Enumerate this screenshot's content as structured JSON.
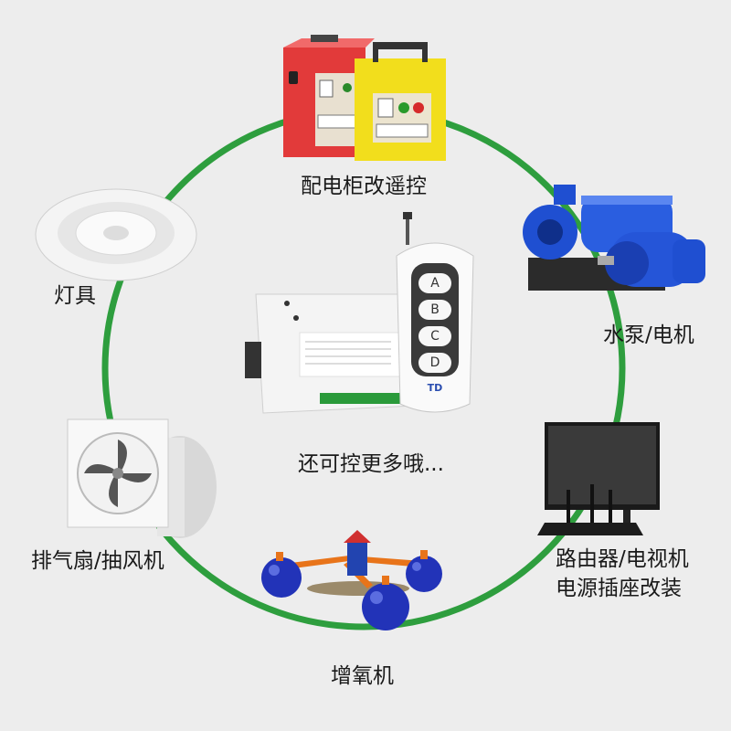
{
  "labels": {
    "cabinet": "配电柜改遥控",
    "lamp": "灯具",
    "pump": "水泵/电机",
    "more": "还可控更多哦...",
    "fan": "排气扇/抽风机",
    "router_line1": "路由器/电视机",
    "router_line2": "电源插座改装",
    "aerator": "增氧机"
  },
  "remote": {
    "buttons": [
      "A",
      "B",
      "C",
      "D"
    ],
    "logo": "TD"
  },
  "colors": {
    "ring": "#2e9e3e",
    "red_cabinet": "#e23a3a",
    "yellow_cabinet": "#f2de1c",
    "pump_blue": "#1f4fd1",
    "float_blue": "#2233b8",
    "arm_orange": "#e8741a"
  }
}
